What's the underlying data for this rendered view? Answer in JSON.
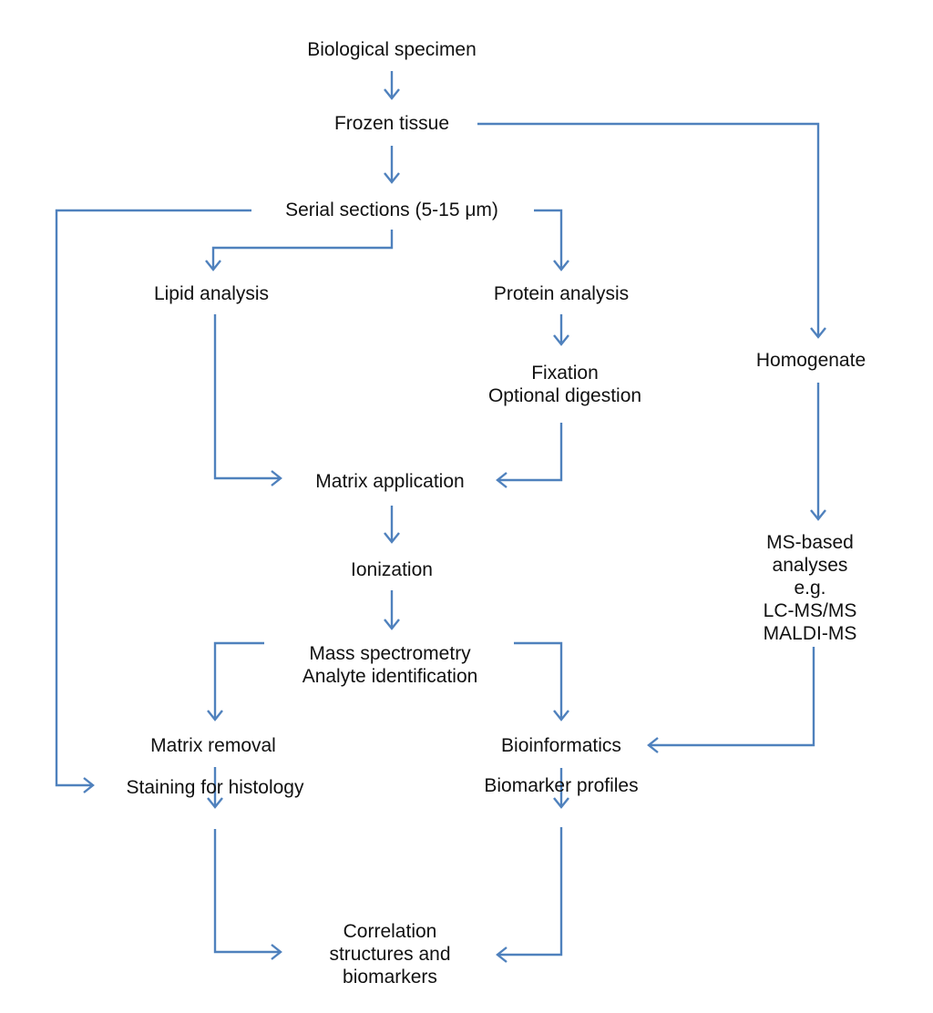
{
  "nodes": {
    "specimen": "Biological specimen",
    "frozen": "Frozen tissue",
    "serial": "Serial sections (5-15 μm)",
    "lipid": "Lipid analysis",
    "protein": "Protein analysis",
    "fixation": [
      "Fixation",
      "Optional digestion"
    ],
    "homogenate": "Homogenate",
    "matrix_app": "Matrix application",
    "ionization": "Ionization",
    "mass_spec": [
      "Mass spectrometry",
      "Analyte identification"
    ],
    "ms_based": [
      "MS-based",
      "analyses",
      "e.g.",
      "LC-MS/MS",
      "MALDI-MS"
    ],
    "matrix_removal": "Matrix removal",
    "bioinformatics": "Bioinformatics",
    "staining": "Staining for histology",
    "biomarker_profiles": "Biomarker profiles",
    "correlation": [
      "Correlation",
      "structures and",
      "biomarkers"
    ]
  },
  "colors": {
    "arrow": "#4f81bd",
    "text": "#111111"
  }
}
